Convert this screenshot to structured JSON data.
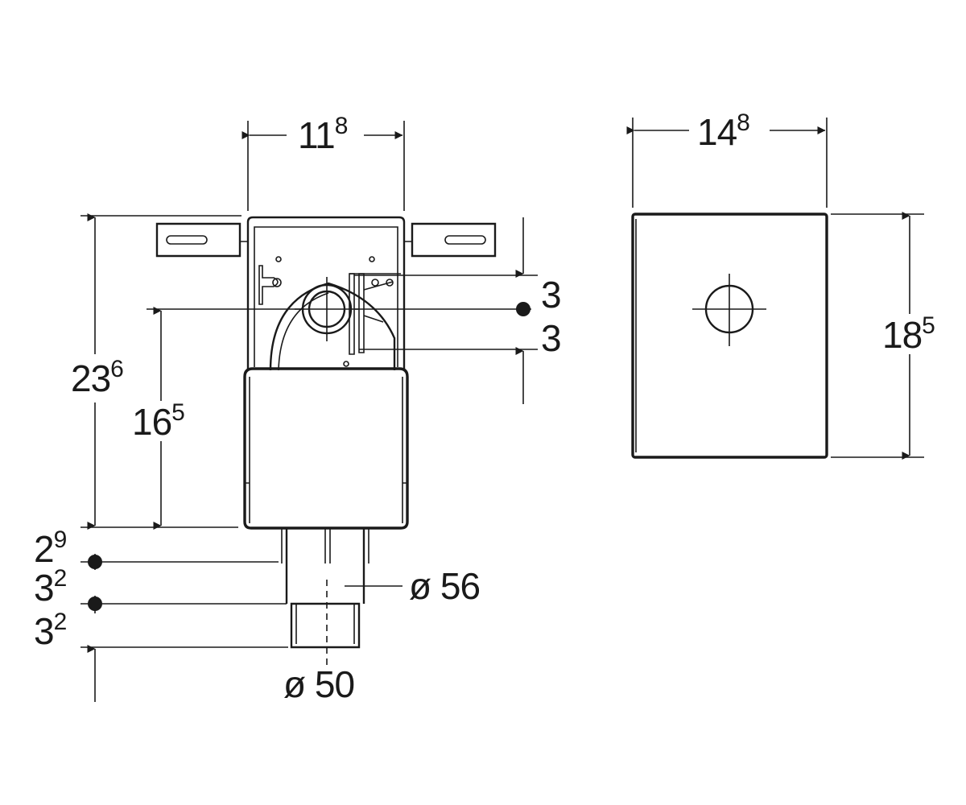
{
  "dimensions": {
    "front_width": {
      "main": "11",
      "sup": "8"
    },
    "side_width": {
      "main": "14",
      "sup": "8"
    },
    "total_height": {
      "main": "23",
      "sup": "6"
    },
    "connection_height": {
      "main": "16",
      "sup": "5"
    },
    "side_height": {
      "main": "18",
      "sup": "5"
    },
    "offset_upper": "3",
    "offset_lower": "3",
    "pipe_step_1": {
      "main": "2",
      "sup": "9"
    },
    "pipe_step_2": {
      "main": "3",
      "sup": "2"
    },
    "pipe_step_3": {
      "main": "3",
      "sup": "2"
    },
    "diameter_upper": "ø 56",
    "diameter_lower": "ø 50"
  },
  "colors": {
    "ink": "#1a1a1a",
    "background": "#ffffff"
  }
}
